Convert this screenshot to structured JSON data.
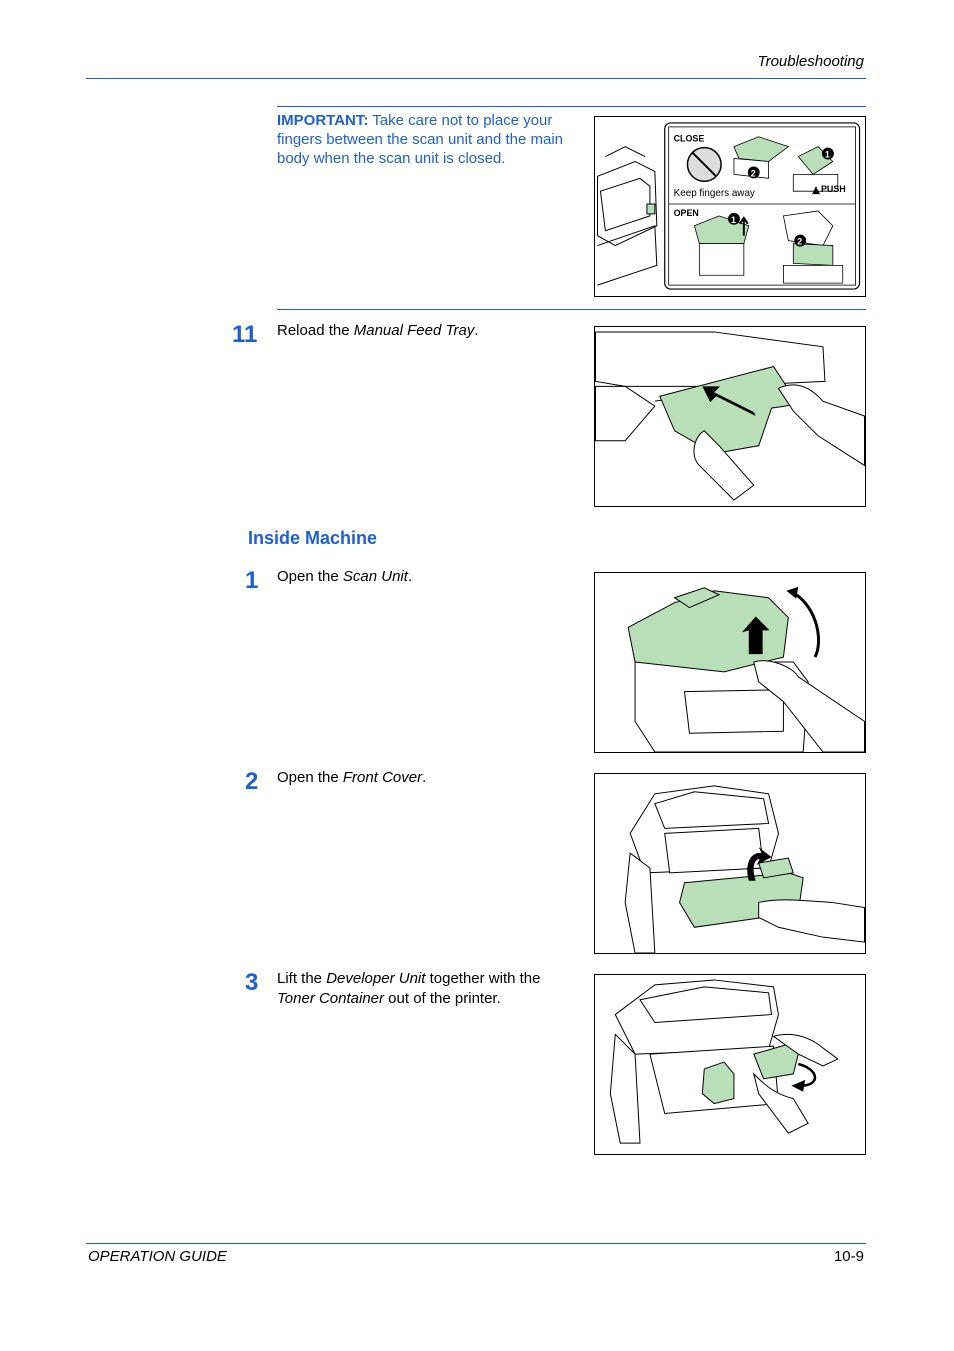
{
  "header": {
    "title": "Troubleshooting"
  },
  "important": {
    "label": "IMPORTANT:",
    "text": "Take care not to place your fingers between the scan unit and the main body when the scan unit is closed."
  },
  "figure_important": {
    "close_label": "CLOSE",
    "open_label": "OPEN",
    "caution": "Keep fingers away",
    "push_label": "PUSH",
    "marker_1": "1",
    "marker_2": "2"
  },
  "step_11": {
    "number": "11",
    "pre": "Reload the ",
    "em": "Manual Feed Tray",
    "post": "."
  },
  "section": {
    "title": "Inside Machine"
  },
  "step_1": {
    "number": "1",
    "pre": "Open the ",
    "em": "Scan Unit",
    "post": "."
  },
  "step_2": {
    "number": "2",
    "pre": "Open the ",
    "em": "Front Cover",
    "post": "."
  },
  "step_3": {
    "number": "3",
    "pre": "Lift the ",
    "em1": "Developer Unit",
    "mid": " together with the ",
    "em2": "Toner Container",
    "post": " out of the printer."
  },
  "footer": {
    "left": "OPERATION GUIDE",
    "right": "10-9"
  },
  "colors": {
    "accent": "#1f5fd0",
    "part_highlight": "#b9dfb8"
  }
}
